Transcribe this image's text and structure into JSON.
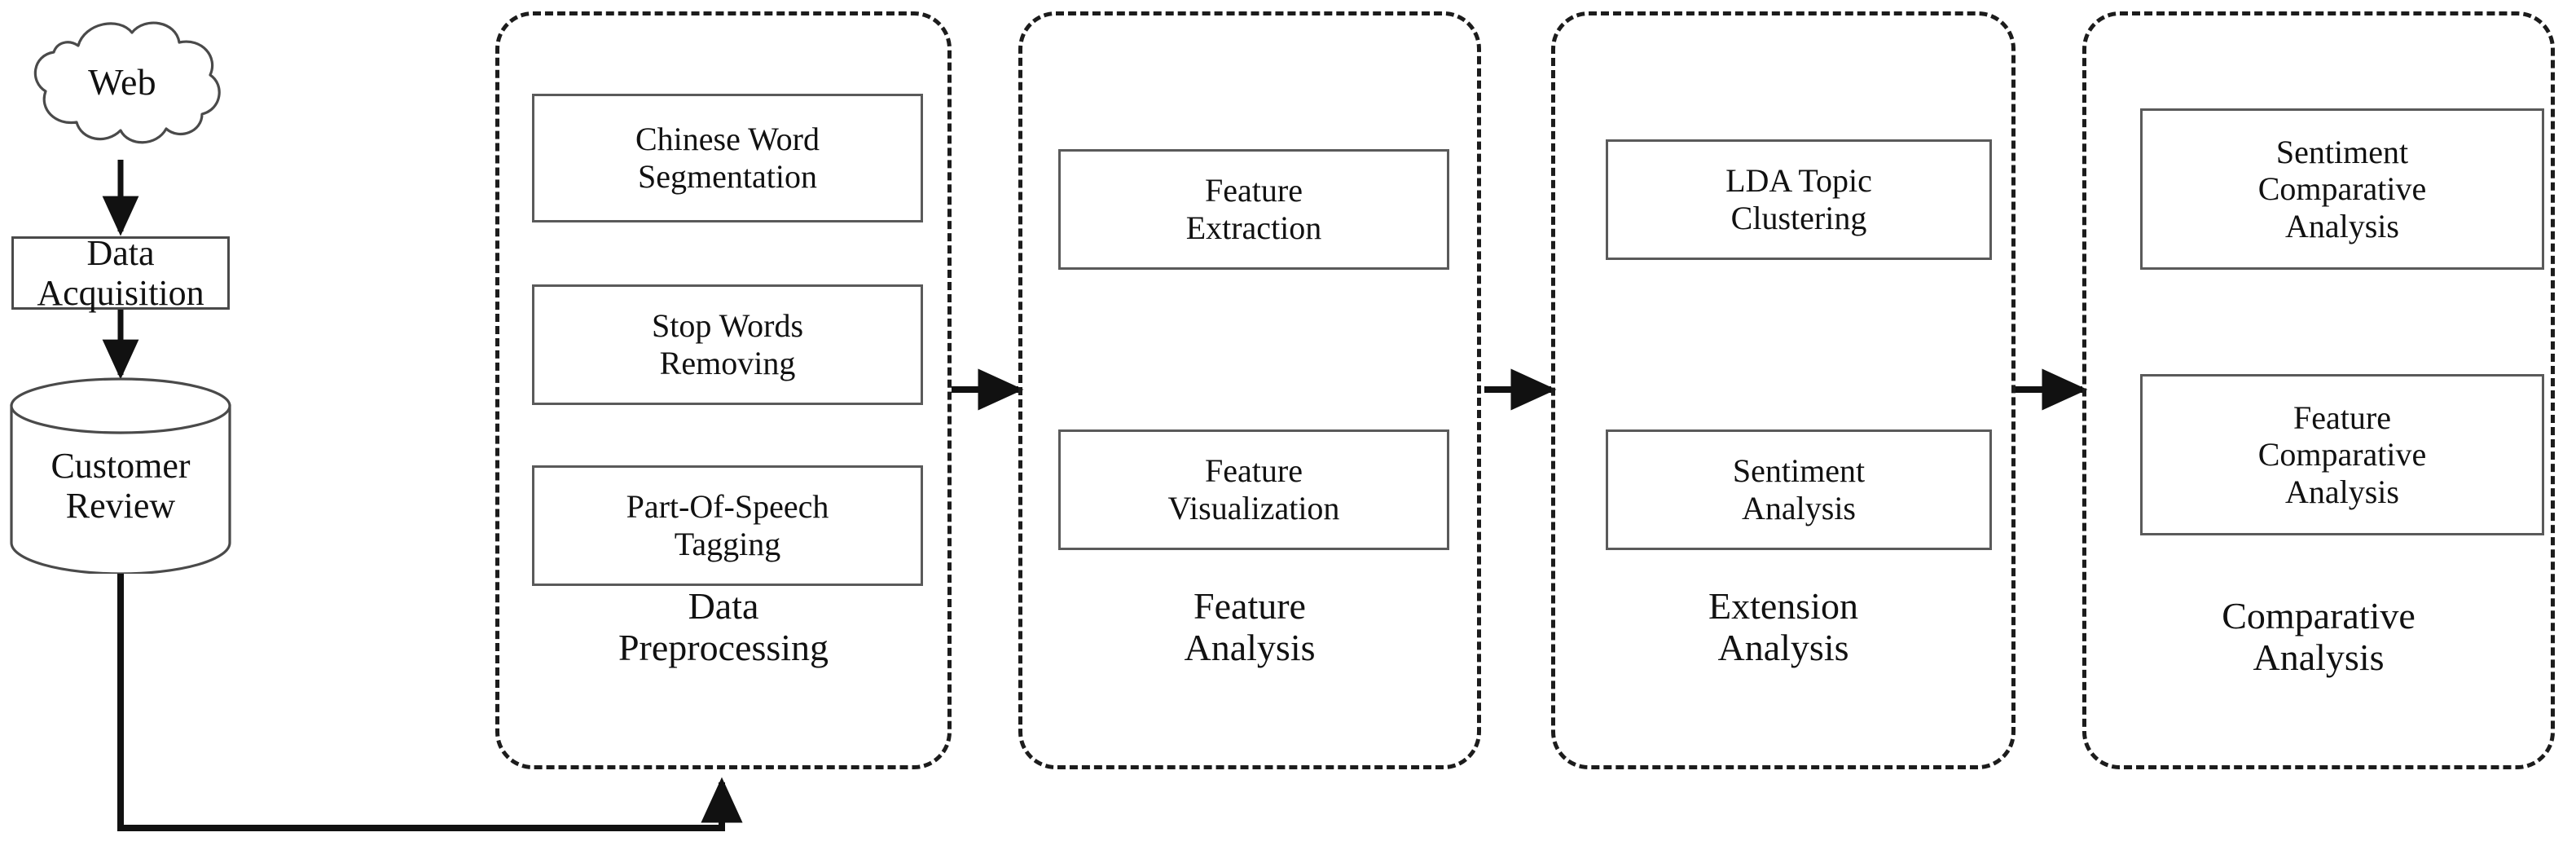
{
  "diagram": {
    "title": "Customer review analysis framework flowchart",
    "source": {
      "cloud_label": "Web",
      "acquisition_label": "Data\nAcquisition",
      "store_label": "Customer\nReview"
    },
    "stages": [
      {
        "id": "data-preprocessing",
        "title": "Data\nPreprocessing",
        "steps": [
          "Chinese Word\nSegmentation",
          "Stop Words\nRemoving",
          "Part-Of-Speech\nTagging"
        ]
      },
      {
        "id": "feature-analysis",
        "title": "Feature\nAnalysis",
        "steps": [
          "Feature\nExtraction",
          "Feature\nVisualization"
        ]
      },
      {
        "id": "extension-analysis",
        "title": "Extension\nAnalysis",
        "steps": [
          "LDA Topic\nClustering",
          "Sentiment\nAnalysis"
        ]
      },
      {
        "id": "comparative-analysis",
        "title": "Comparative\nAnalysis",
        "steps": [
          "Sentiment\nComparative\nAnalysis",
          "Feature\nComparative\nAnalysis"
        ]
      }
    ],
    "colors": {
      "stroke": "#1c1c1c",
      "box_stroke": "#5a5a5a",
      "background": "#ffffff"
    }
  }
}
